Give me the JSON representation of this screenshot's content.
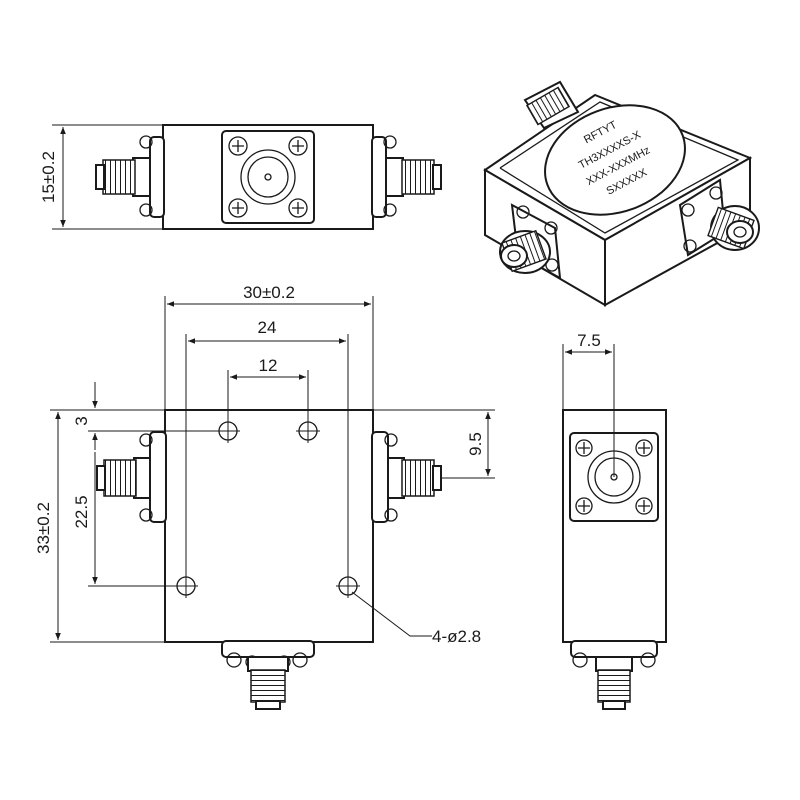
{
  "drawing": {
    "top_view": {
      "height_label": "15±0.2"
    },
    "front_view": {
      "width_label": "30±0.2",
      "hole_span_label": "24",
      "hole_inner_label": "12",
      "height_label": "33±0.2",
      "top_offset_label": "3",
      "hole_vertical_label": "22.5",
      "port_offset_label": "9.5",
      "hole_callout": "4-ø2.8"
    },
    "side_view": {
      "offset_label": "7.5"
    },
    "iso_view": {
      "brand": "RFTYT",
      "line1": "TH3XXXXS-X",
      "line2": "XXX-XXXMHz",
      "line3": "SXXXXX"
    }
  }
}
